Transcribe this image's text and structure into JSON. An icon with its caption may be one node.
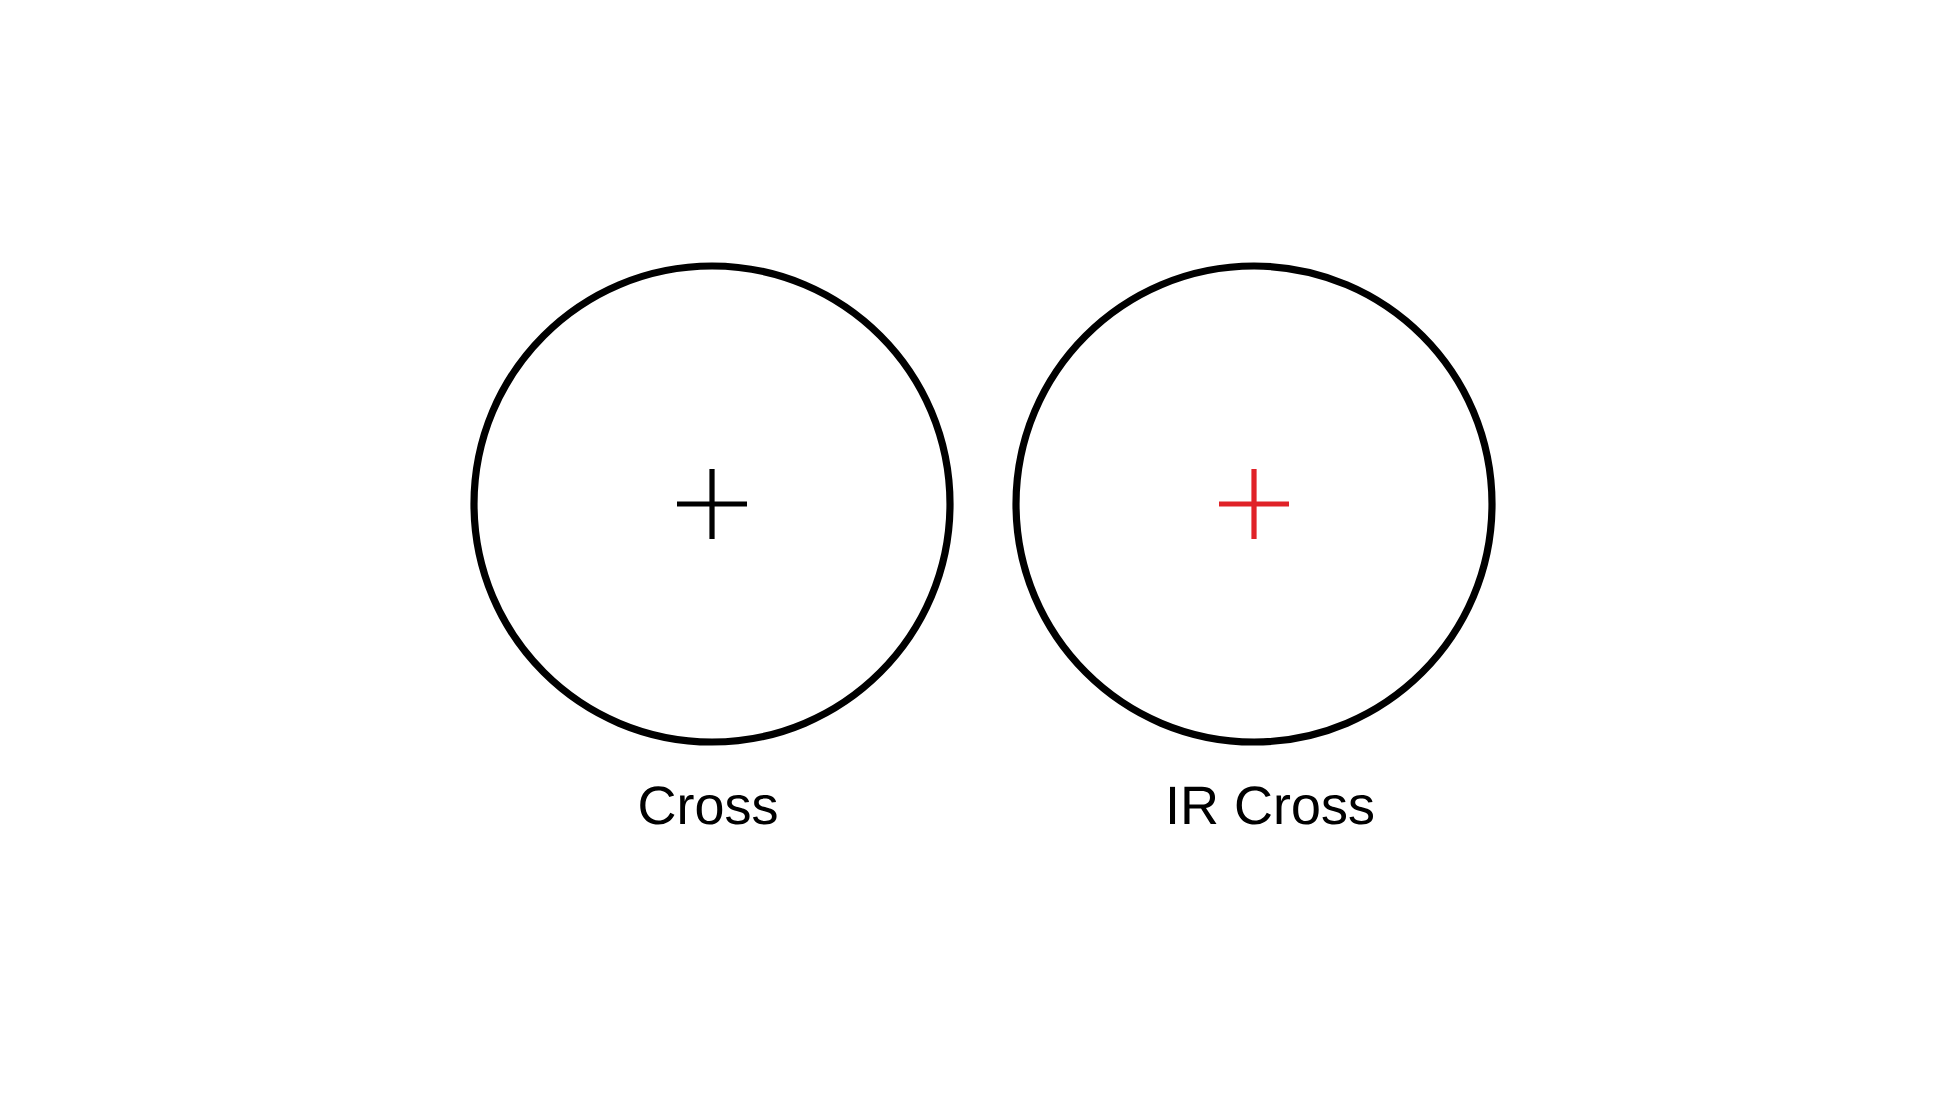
{
  "diagram": {
    "nodes": [
      {
        "text": [],
        "shape": "circle",
        "beside": [
          "Cross"
        ]
      },
      {
        "text": [],
        "shape": "circle",
        "beside": [
          "IR Cross"
        ]
      }
    ]
  }
}
